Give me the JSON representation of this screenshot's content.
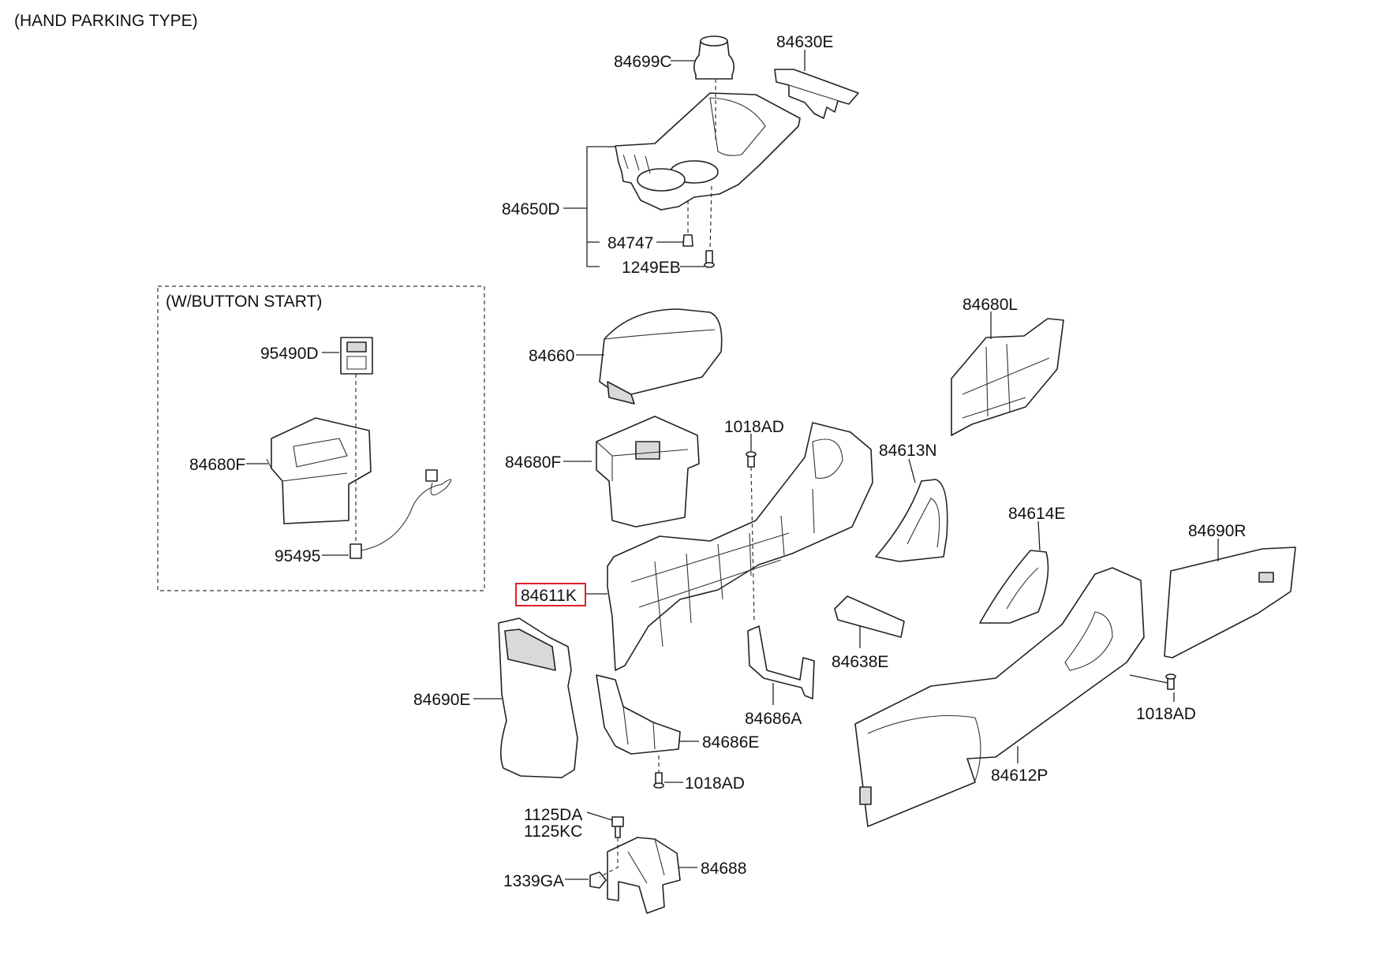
{
  "header": {
    "title": "(HAND PARKING TYPE)"
  },
  "inset": {
    "title": "(W/BUTTON START)"
  },
  "highlight": {
    "part": "84611K",
    "color": "#e0202a"
  },
  "labels": {
    "p84699C": "84699C",
    "p84630E": "84630E",
    "p84650D": "84650D",
    "p84747": "84747",
    "p1249EB": "1249EB",
    "p95490D": "95490D",
    "p84680F_inset": "84680F",
    "p95495": "95495",
    "p84660": "84660",
    "p84680F": "84680F",
    "p1018AD_top": "1018AD",
    "p84680L": "84680L",
    "p84613N": "84613N",
    "p84614E": "84614E",
    "p84690R": "84690R",
    "p84611K": "84611K",
    "p84638E": "84638E",
    "p84690E": "84690E",
    "p84686A": "84686A",
    "p1018AD_right": "1018AD",
    "p84686E": "84686E",
    "p1018AD_bottom": "1018AD",
    "p84612P": "84612P",
    "p1125DA": "1125DA",
    "p1125KC": "1125KC",
    "p84688": "84688",
    "p1339GA": "1339GA"
  }
}
